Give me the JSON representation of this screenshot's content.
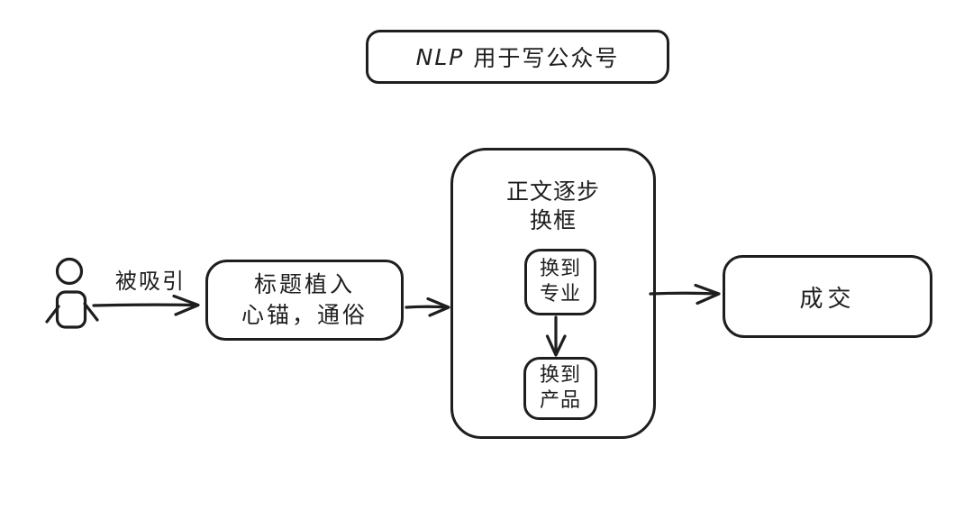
{
  "canvas": {
    "background": "#ffffff",
    "stroke": "#1e1e1e"
  },
  "title_box": {
    "prefix": "NLP",
    "suffix": "用于写公众号"
  },
  "actor": {
    "icon": "person-icon"
  },
  "edges": {
    "attracted_label": "被吸引"
  },
  "nodes": {
    "title_implant": {
      "line1": "标题植入",
      "line2": "心锚，通俗"
    },
    "body_reframe": {
      "line1": "正文逐步",
      "line2": "换框"
    },
    "switch_professional": {
      "line1": "换到",
      "line2": "专业"
    },
    "switch_product": {
      "line1": "换到",
      "line2": "产品"
    },
    "deal": {
      "label": "成交"
    }
  }
}
